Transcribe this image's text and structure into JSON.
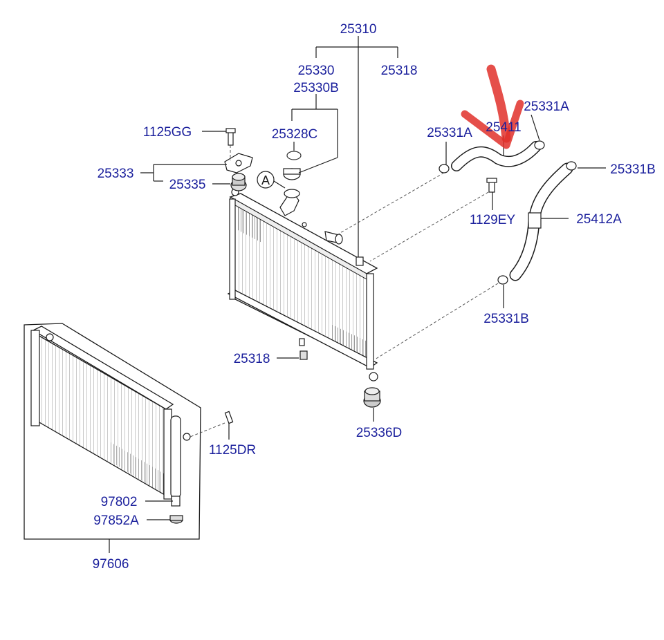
{
  "colors": {
    "label": "#1a1f9c",
    "line": "#1a1a1a",
    "highlight": "#e0302a"
  },
  "callout_marker": "A",
  "labels": {
    "p25310": "25310",
    "p25330": "25330",
    "p25318_top": "25318",
    "p25330B": "25330B",
    "p25328C": "25328C",
    "p1125GG": "1125GG",
    "p25333": "25333",
    "p25335": "25335",
    "p25331A_left": "25331A",
    "p25411": "25411",
    "p25331A_right": "25331A",
    "p25331B_top": "25331B",
    "p1129EY": "1129EY",
    "p25412A": "25412A",
    "p25331B_bottom": "25331B",
    "p25318_bottom": "25318",
    "p25336D": "25336D",
    "p1125DR": "1125DR",
    "p97802": "97802",
    "p97852A": "97852A",
    "p97606": "97606"
  },
  "highlight_arrow": {
    "icon": "red-arrow-icon",
    "points_to": "p25411"
  }
}
